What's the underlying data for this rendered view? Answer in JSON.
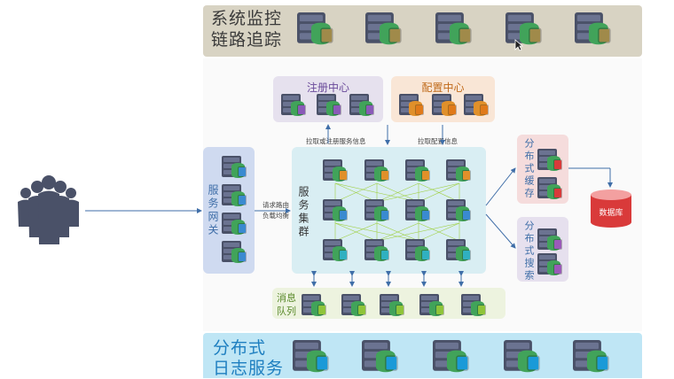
{
  "top_band": {
    "title_line1": "系统监控",
    "title_line2": "链路追踪"
  },
  "registry": {
    "title": "注册中心"
  },
  "config_center": {
    "title": "配置中心"
  },
  "gateway": {
    "label": "服务网关"
  },
  "cluster": {
    "label": "服务集群"
  },
  "mq": {
    "label_line1": "消息",
    "label_line2": "队列"
  },
  "cache": {
    "label": "分布式缓存"
  },
  "search": {
    "label": "分布式搜索"
  },
  "database": {
    "label": "数据库"
  },
  "edges": {
    "pull_register": "拉取或注册服务信息",
    "pull_config": "拉取配置信息",
    "route_line1": "请求路由",
    "route_line2": "负载均衡"
  },
  "bottom_band": {
    "title_line1": "分布式",
    "title_line2": "日志服务"
  },
  "colors": {
    "band_top": "#d8d3c3",
    "band_bottom": "#bfe6f5",
    "registry_bg": "#e6e1ee",
    "config_bg": "#f9e6d6",
    "gateway_bg": "#cfdaf0",
    "cluster_bg": "#d9eef3",
    "mq_bg": "#edf3df",
    "cache_bg": "#f5dcdc",
    "search_bg": "#e6e0ee",
    "database": "#d93a3a",
    "arrow": "#3f6ea8"
  }
}
